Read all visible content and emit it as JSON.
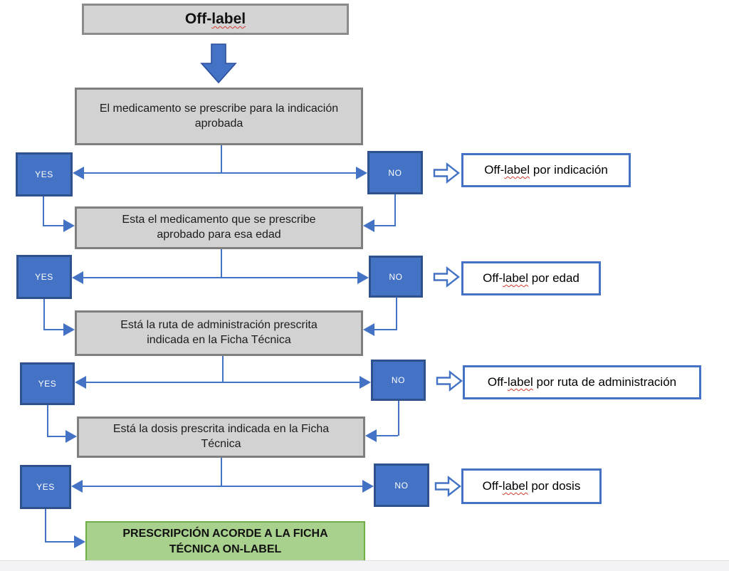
{
  "title": {
    "pre": "Off-",
    "wavy": "label",
    "post": ""
  },
  "flow": {
    "decisions": [
      {
        "question": "El medicamento se prescribe para la indicación aprobada",
        "yes": "YES",
        "no": "NO",
        "result": {
          "pre": "Off-",
          "wavy": "label",
          "post": " por indicación"
        }
      },
      {
        "question": "Esta el medicamento que se prescribe aprobado para esa edad",
        "yes": "YES",
        "no": "NO",
        "result": {
          "pre": "Off-",
          "wavy": "label",
          "post": " por edad"
        }
      },
      {
        "question": "Está la ruta de administración prescrita indicada en la Ficha Técnica",
        "yes": "YES",
        "no": "NO",
        "result": {
          "pre": "Off-",
          "wavy": "label",
          "post": " por ruta de administración"
        }
      },
      {
        "question": "Está la dosis prescrita indicada en la Ficha Técnica",
        "yes": "YES",
        "no": "NO",
        "result": {
          "pre": "Off-",
          "wavy": "label",
          "post": " por dosis"
        }
      }
    ],
    "final_outcome": "PRESCRIPCIÓN ACORDE A LA FICHA TÉCNICA ON-LABEL"
  },
  "icons": {
    "down_arrow": "solid-block-arrow-down",
    "result_pointer": "hollow-block-arrow-right",
    "connector_arrowhead": "solid-triangle-arrowhead"
  },
  "colors": {
    "accent_blue": "#4472C4",
    "dark_blue_border": "#2F528F",
    "gray_fill": "#D2D2D2",
    "gray_border": "#7F7F7F",
    "green_fill": "#A9D18E",
    "green_border": "#70AD47",
    "spellcheck_red": "#D23B2E"
  }
}
